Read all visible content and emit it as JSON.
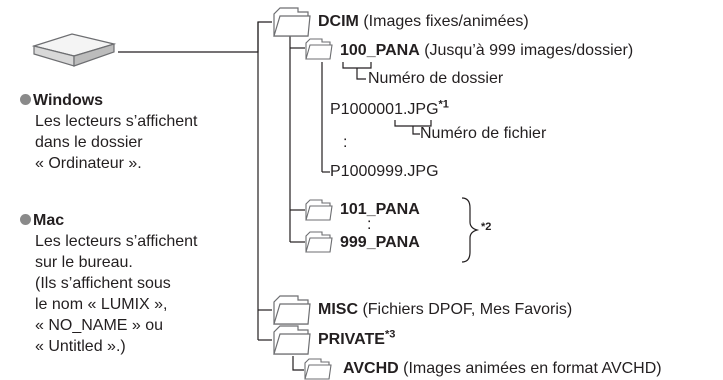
{
  "left": {
    "windows": {
      "title": "Windows",
      "lines": [
        "Les lecteurs s’affichent",
        "dans le dossier",
        "« Ordinateur »."
      ]
    },
    "mac": {
      "title": "Mac",
      "lines": [
        "Les lecteurs s’affichent",
        "sur le bureau.",
        "(Ils s’affichent sous",
        "le nom « LUMIX »,",
        "« NO_NAME » ou",
        "« Untitled ».)"
      ]
    }
  },
  "tree": {
    "dcim": {
      "name": "DCIM",
      "desc": " (Images fixes/animées)"
    },
    "pana100": {
      "name": "100_PANA",
      "desc": " (Jusqu’à 999 images/dossier)"
    },
    "folder_number_label": "Numéro de dossier",
    "file1": {
      "name": "P1000001.JPG",
      "note": "*1"
    },
    "file_number_label": "Numéro de fichier",
    "colon": ":",
    "file999": "P1000999.JPG",
    "pana101": "101_PANA",
    "pana999": "999_PANA",
    "note2": "*2",
    "misc": {
      "name": "MISC",
      "desc": " (Fichiers DPOF, Mes Favoris)"
    },
    "private": {
      "name": "PRIVATE",
      "note": "*3"
    },
    "avchd": {
      "name": "AVCHD",
      "desc": " (Images animées en format AVCHD)"
    }
  },
  "colors": {
    "line": "#231f20",
    "folder_fill": "#ffffff",
    "folder_stroke": "#6d6e71",
    "bullet": "#8a8a8a"
  }
}
